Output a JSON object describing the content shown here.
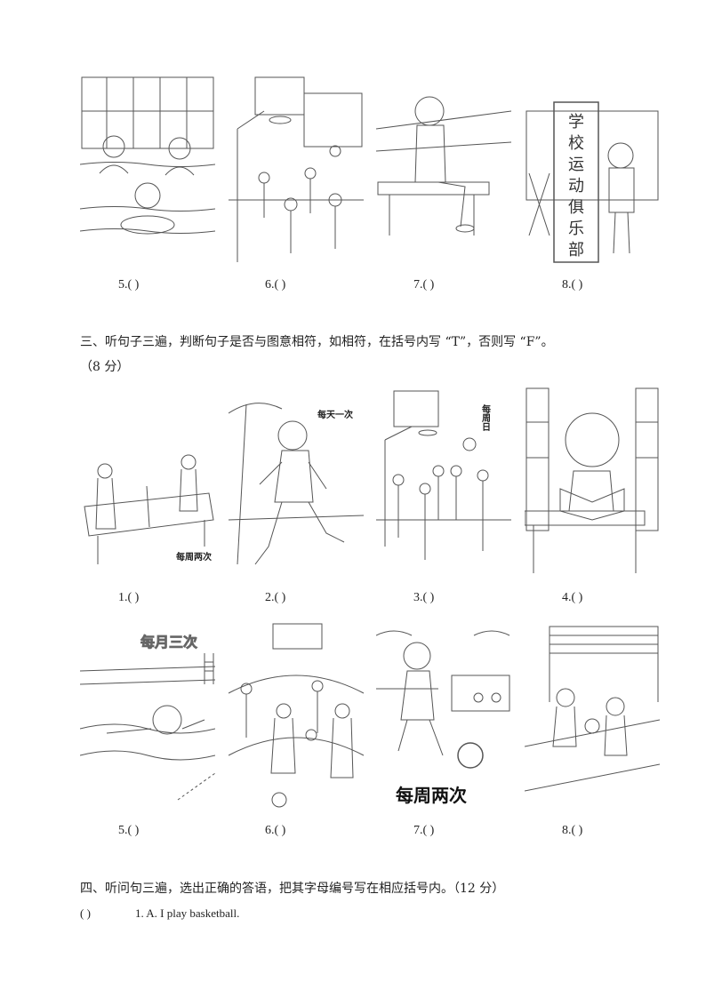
{
  "row1": {
    "blanks": [
      "5.(          )",
      "6.(          )",
      "7.(          )",
      "8.(          )"
    ]
  },
  "picture_text": {
    "club_sign": [
      "学",
      "校",
      "运",
      "动",
      "俱",
      "乐",
      "部"
    ]
  },
  "section3": {
    "heading": "三、听句子三遍，判断句子是否与图意相符，如相符，在括号内写 “T”，否则写 “F”。",
    "score": "（8  分）",
    "labels": [
      "每周两次",
      "每天一次",
      "每周日",
      "每月三次",
      "每周两次"
    ],
    "row2_blanks": [
      "1.(          )",
      "2.(          )",
      "3.(          )",
      "4.(          )"
    ],
    "row3_blanks": [
      "5.(          )",
      "6.(          )",
      "7.(          )",
      "8.(          )"
    ]
  },
  "section4": {
    "heading": "四、听问句三遍，选出正确的答语，把其字母编号写在相应括号内。（12  分）",
    "q1_paren": "(           )",
    "q1_text": "1. A. I play  basketball."
  }
}
